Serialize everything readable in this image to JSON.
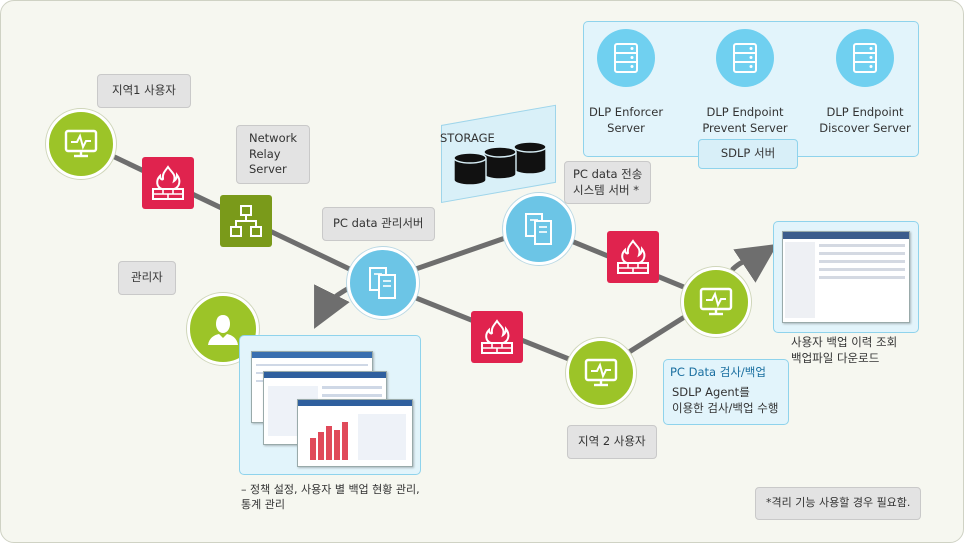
{
  "labels": {
    "region1_user": "지역1 사용자",
    "network_relay": "Network\nRelay\nServer",
    "pc_data_mgmt": "PC data 관리서버",
    "storage": "STORAGE",
    "pc_data_transfer": "PC data 전송\n시스템 서버 *",
    "admin": "관리자",
    "admin_desc": "– 정책 설정, 사용자 별 백업 현황 관리,\n통계 관리",
    "region2_user": "지역 2 사용자",
    "pc_data_inspect_title": "PC Data 검사/백업",
    "pc_data_inspect_desc": "SDLP Agent를\n이용한 검사/백업 수행",
    "backup_history": "사용자 백업 이력 조회\n백업파일 다운로드",
    "note": "*격리 기능 사용할 경우 필요함.",
    "sdlp_server": "SDLP 서버",
    "servers": [
      "DLP Enforcer\nServer",
      "DLP Endpoint\nPrevent Server",
      "DLP Endpoint\nDiscover Server"
    ]
  },
  "colors": {
    "user_node": "#9cc428",
    "server_node": "#6cc5e6",
    "firewall": "#e0234e",
    "relay": "#7a9a1a",
    "panel": "#e2f4fb",
    "connector": "#6e6e6e"
  },
  "icons": {
    "user_node": "monitor-pulse-icon",
    "firewall": "firewall-icon",
    "relay": "network-tree-icon",
    "server": "server-rack-icon",
    "document": "documents-icon",
    "admin": "person-icon",
    "storage": "database-stack-icon"
  }
}
